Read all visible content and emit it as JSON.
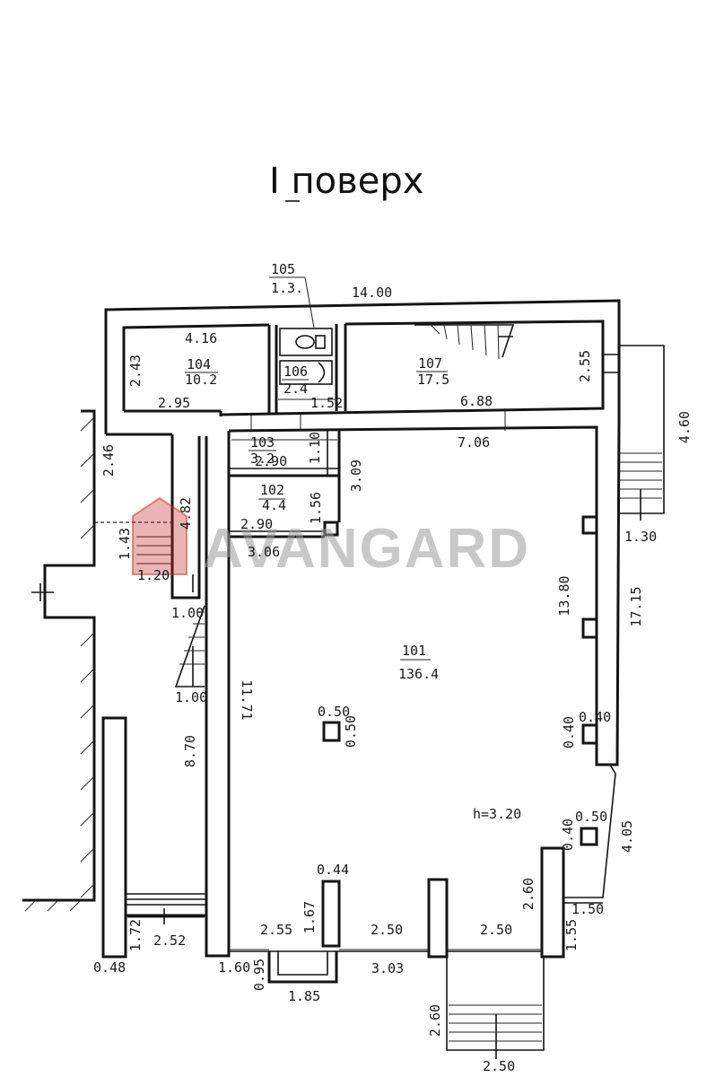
{
  "title": "I поверх",
  "watermark": {
    "text": "AVANGARD",
    "color": "#c62828"
  },
  "ceiling_height": "h=3.20",
  "rooms": [
    {
      "id": "r101",
      "number": "101",
      "area": "136.4"
    },
    {
      "id": "r102",
      "number": "102",
      "area": "4.4"
    },
    {
      "id": "r103",
      "number": "103",
      "area": "3.2"
    },
    {
      "id": "r104",
      "number": "104",
      "area": "10.2"
    },
    {
      "id": "r105",
      "number": "105",
      "area": "1.3."
    },
    {
      "id": "r106",
      "number": "106",
      "area": "2.4"
    },
    {
      "id": "r107",
      "number": "107",
      "area": "17.5"
    }
  ],
  "dimensions": [
    "14.00",
    "4.16",
    "2.43",
    "2.95",
    "1.52",
    "6.88",
    "7.06",
    "2.55",
    "4.60",
    "1.30",
    "2.46",
    "4.82",
    "1.43",
    "1.20",
    "1.00",
    "1.00",
    "2.90",
    "1.10",
    "3.09",
    "1.56",
    "2.90",
    "3.06",
    "13.80",
    "17.15",
    "11.71",
    "8.70",
    "0.50",
    "0.50",
    "0.40",
    "0.40",
    "0.40",
    "0.50",
    "4.05",
    "0.44",
    "1.67",
    "2.60",
    "1.55",
    "1.50",
    "1.72",
    "2.52",
    "0.48",
    "1.60",
    "0.95",
    "2.55",
    "1.85",
    "2.50",
    "3.03",
    "2.50",
    "2.60",
    "2.50"
  ]
}
